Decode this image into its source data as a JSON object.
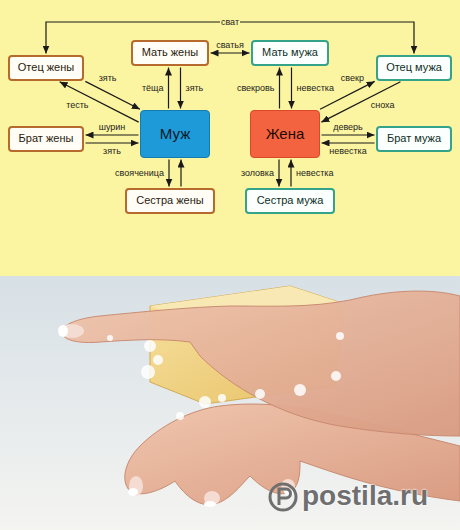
{
  "diagram": {
    "nodes": [
      {
        "text": [
          "Отец жены"
        ]
      },
      {
        "text": [
          "Мать жены"
        ]
      },
      {
        "text": [
          "Мать мужа"
        ]
      },
      {
        "text": [
          "Отец мужа"
        ]
      },
      {
        "text": [
          "Брат жены"
        ]
      },
      {
        "text": [
          "Муж"
        ]
      },
      {
        "text": [
          "Жена"
        ]
      },
      {
        "text": [
          "Брат мужа"
        ]
      },
      {
        "text": [
          "Сестра жены"
        ]
      },
      {
        "text": [
          "Сестра мужа"
        ]
      }
    ],
    "edges": [
      {
        "from": 0,
        "to": 3,
        "label": "сват",
        "arrow": "both"
      },
      {
        "from": 1,
        "to": 2,
        "label": "сватья",
        "arrow": "both"
      },
      {
        "from": 0,
        "to": 5,
        "label": "зять",
        "arrow": "to"
      },
      {
        "from": 5,
        "to": 0,
        "label": "тесть",
        "arrow": "to"
      },
      {
        "from": 5,
        "to": 1,
        "label": "тёща",
        "arrow": "to"
      },
      {
        "from": 1,
        "to": 5,
        "label": "зять",
        "arrow": "to"
      },
      {
        "from": 5,
        "to": 4,
        "label": "шурин",
        "arrow": "to"
      },
      {
        "from": 4,
        "to": 5,
        "label": "зять",
        "arrow": "to"
      },
      {
        "from": 5,
        "to": 8,
        "label": "свояченица",
        "arrow": "to"
      },
      {
        "from": 8,
        "to": 5,
        "arrow": "to"
      },
      {
        "from": 6,
        "to": 2,
        "label": "свекровь",
        "arrow": "to"
      },
      {
        "from": 2,
        "to": 6,
        "label": "невестка",
        "arrow": "to"
      },
      {
        "from": 6,
        "to": 3,
        "label": "свекр",
        "arrow": "to"
      },
      {
        "from": 3,
        "to": 6,
        "label": "сноха",
        "arrow": "to"
      },
      {
        "from": 6,
        "to": 7,
        "label": "деверь",
        "arrow": "to"
      },
      {
        "from": 7,
        "to": 6,
        "label": "невестка",
        "arrow": "to"
      },
      {
        "from": 6,
        "to": 9,
        "label": "золовка",
        "arrow": "to"
      },
      {
        "from": 9,
        "to": 6,
        "label": "невестка",
        "arrow": "to"
      }
    ],
    "labels": [
      "postila.ru"
    ]
  }
}
